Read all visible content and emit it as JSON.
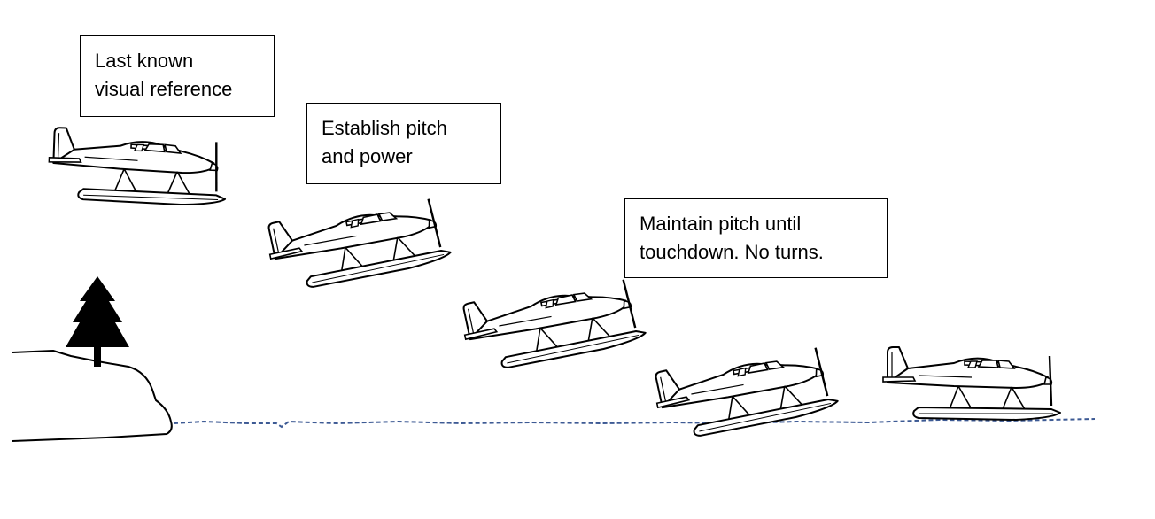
{
  "callouts": [
    {
      "lines": [
        "Last known",
        "visual reference"
      ]
    },
    {
      "lines": [
        "Establish pitch",
        "and power"
      ]
    },
    {
      "lines": [
        "Maintain pitch until",
        "touchdown.  No turns."
      ]
    }
  ],
  "colors": {
    "outline": "#000000",
    "water": "#3d5a94",
    "background": "#ffffff"
  },
  "icons": [
    "floatplane-icon",
    "pine-tree-icon",
    "shoreline-rock"
  ]
}
